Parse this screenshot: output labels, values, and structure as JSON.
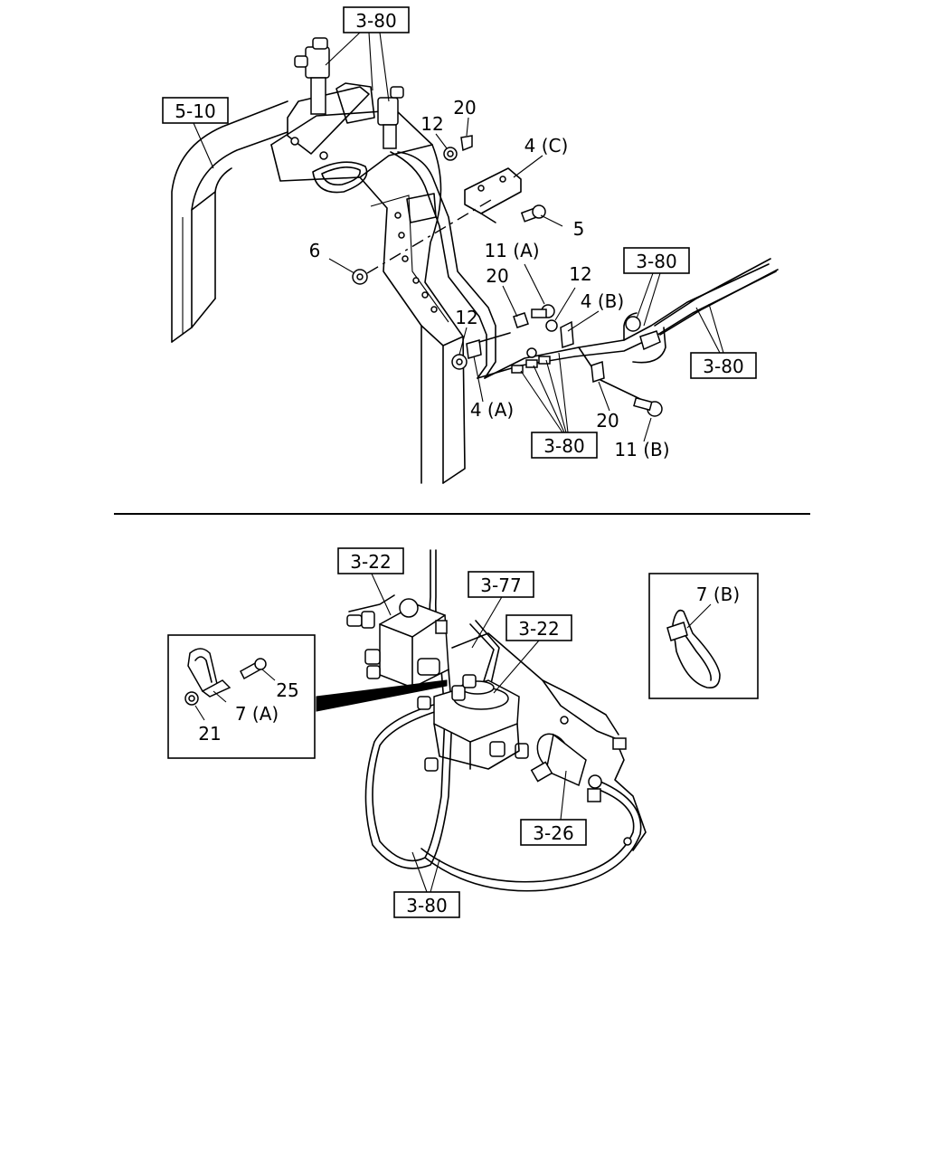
{
  "refs": {
    "top_left_section": "5-10",
    "top_valves": "3-80",
    "right_upper_hoses": "3-80",
    "right_lower_hoses": "3-80",
    "middle_fittings": "3-80",
    "valve_left": "3-22",
    "valve_pipe": "3-77",
    "valve_right": "3-22",
    "bracket_valve": "3-26",
    "bottom_hoses": "3-80"
  },
  "callouts": {
    "nut_12_top": "12",
    "clip_20_top": "20",
    "bracket_4c": "4 (C)",
    "bolt_5": "5",
    "nut_6": "6",
    "bolt_11a": "11 (A)",
    "clip_20_mid": "20",
    "nut_12_mid": "12",
    "bracket_4b": "4 (B)",
    "nut_12_left": "12",
    "bracket_4a": "4 (A)",
    "clip_20_low": "20",
    "bolt_11b": "11 (B)",
    "clamp_7a": "7 (A)",
    "bolt_25": "25",
    "nut_21": "21",
    "tie_7b": "7 (B)"
  }
}
